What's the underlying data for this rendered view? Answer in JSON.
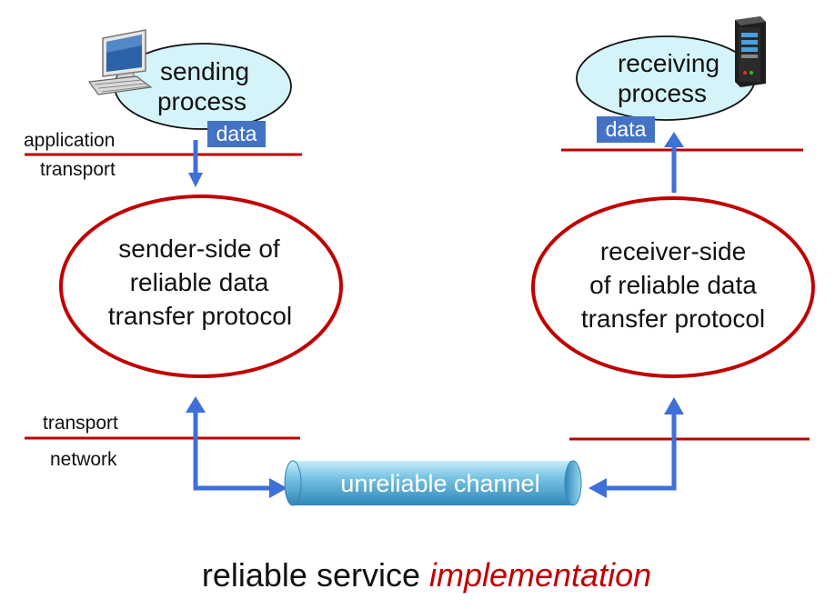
{
  "sender": {
    "process_line1": "sending",
    "process_line2": "process",
    "data_label": "data",
    "layer_upper": "application",
    "layer_lower": "transport",
    "protocol_line1": "sender-side of",
    "protocol_line2": "reliable data",
    "protocol_line3": "transfer protocol",
    "lower_layer_upper": "transport",
    "lower_layer_lower": "network"
  },
  "receiver": {
    "process_line1": "receiving",
    "process_line2": "process",
    "data_label": "data",
    "protocol_line1": "receiver-side",
    "protocol_line2": "of reliable data",
    "protocol_line3": "transfer protocol"
  },
  "channel": {
    "label": "unreliable channel"
  },
  "caption": {
    "normal": "reliable service ",
    "emphasis": "implementation"
  },
  "colors": {
    "layer_line": "#c00000",
    "protocol_ellipse": "#c00000",
    "process_fill": "#d4f4fa",
    "data_box": "#4472c4",
    "arrow": "#3f6fd8",
    "channel_fill": "#5bb0d8",
    "caption_emphasis": "#c00000"
  },
  "icons": {
    "sender_host": "desktop-computer-icon",
    "receiver_host": "server-tower-icon"
  }
}
